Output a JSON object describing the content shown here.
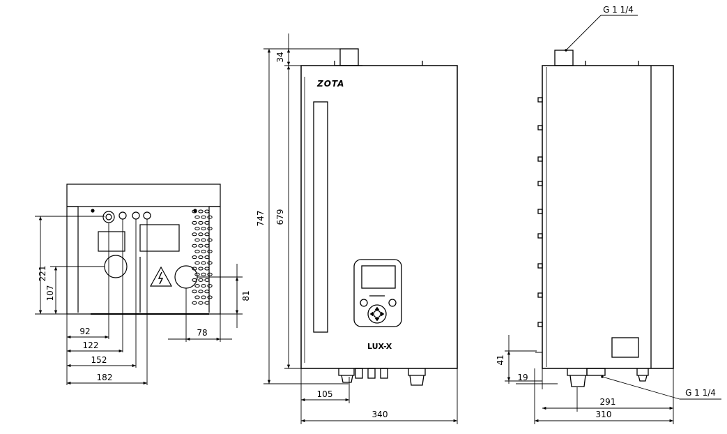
{
  "brand": "ZOTA",
  "model": "LUX-X",
  "callouts": {
    "top_thread": "G 1 1/4",
    "bottom_thread": "G 1 1/4"
  },
  "dimensions": {
    "height_total": "747",
    "height_body": "679",
    "height_pipe": "34",
    "width_front": "340",
    "offset_pipe_front": "105",
    "depth_total": "310",
    "depth_pipe": "291",
    "side_pipe_height": "41",
    "side_pipe_offset": "19",
    "bottom_221": "221",
    "bottom_107": "107",
    "bottom_81": "81",
    "bottom_78": "78",
    "bottom_92": "92",
    "bottom_122": "122",
    "bottom_152": "152",
    "bottom_182": "182"
  },
  "icons": {
    "warning": "high-voltage-warning-icon"
  }
}
